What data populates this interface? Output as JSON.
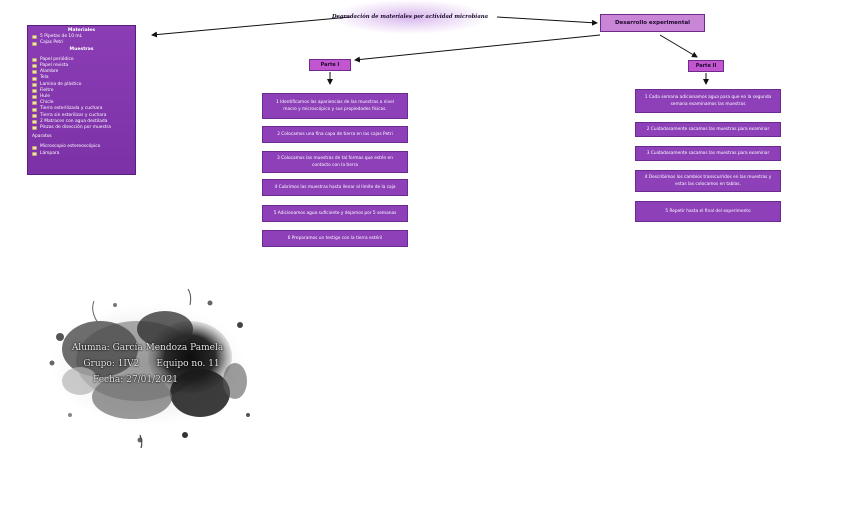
{
  "title": "Degradación de materiales por actividad microbiana",
  "materials": {
    "heading": "Materiales",
    "items": [
      "5 Pipetas de 10 mL",
      "Cajas Petri"
    ],
    "muestras_heading": "Muestras",
    "muestras": [
      "Papel periódico",
      "Papel revista",
      "Alambre",
      "Tela",
      "Lamina de plástico",
      "Fieltro",
      "Hule",
      "Chicle",
      "Tierra esterilizada y cuchara",
      "Tierra sin esterilizar y cuchara",
      "2 Matraces con agua destilada",
      "Pinzas de disección por muestra"
    ],
    "aparatos_heading": "Aparatos",
    "aparatos": [
      "Microscopio estereoscópico",
      "Lámpara"
    ]
  },
  "desarrollo": "Desarrollo experimental",
  "parte1": {
    "label": "Parte I",
    "steps": [
      "1 Identificamos las apariencias de las muestras a nivel macro y microscópico y sus propiedades físicas.",
      "2 Colocamos una fina capa de tierra en las cajas Petri",
      "3 Colocamos las muestras de tal formas que estén en contacto con la tierra",
      "4 Cubrimos las muestras hasta llenar al límite de la caja",
      "5 Adicionamos agua suficiente y dejamos por 5 semanas",
      "6 Preparamos un testigo con la tierra estéril"
    ]
  },
  "parte2": {
    "label": "Parte II",
    "steps": [
      "1 Cada semana adicionamos agua para que en la segunda semana examinamos las muestras",
      "2 Cuidadosamente sacamos las muestras para examinar",
      "3 Cuidadosamente sacamos las muestras para examinar",
      "4 Describimos los cambios transcurridos en las muestras y estas las colocamos en tablas.",
      "5 Repetir hasta el final del experimento"
    ]
  },
  "author": {
    "name": "Alumna: García Mendoza Pamela",
    "group": "Grupo: 1IV2      Equipo no. 11",
    "date": "Fecha: 27/01/2021"
  },
  "colors": {
    "panel": "#8a3db4",
    "box": "#8d40b8",
    "header": "#c985d6",
    "parte": "#c255d0",
    "border": "#6f2a8c"
  }
}
